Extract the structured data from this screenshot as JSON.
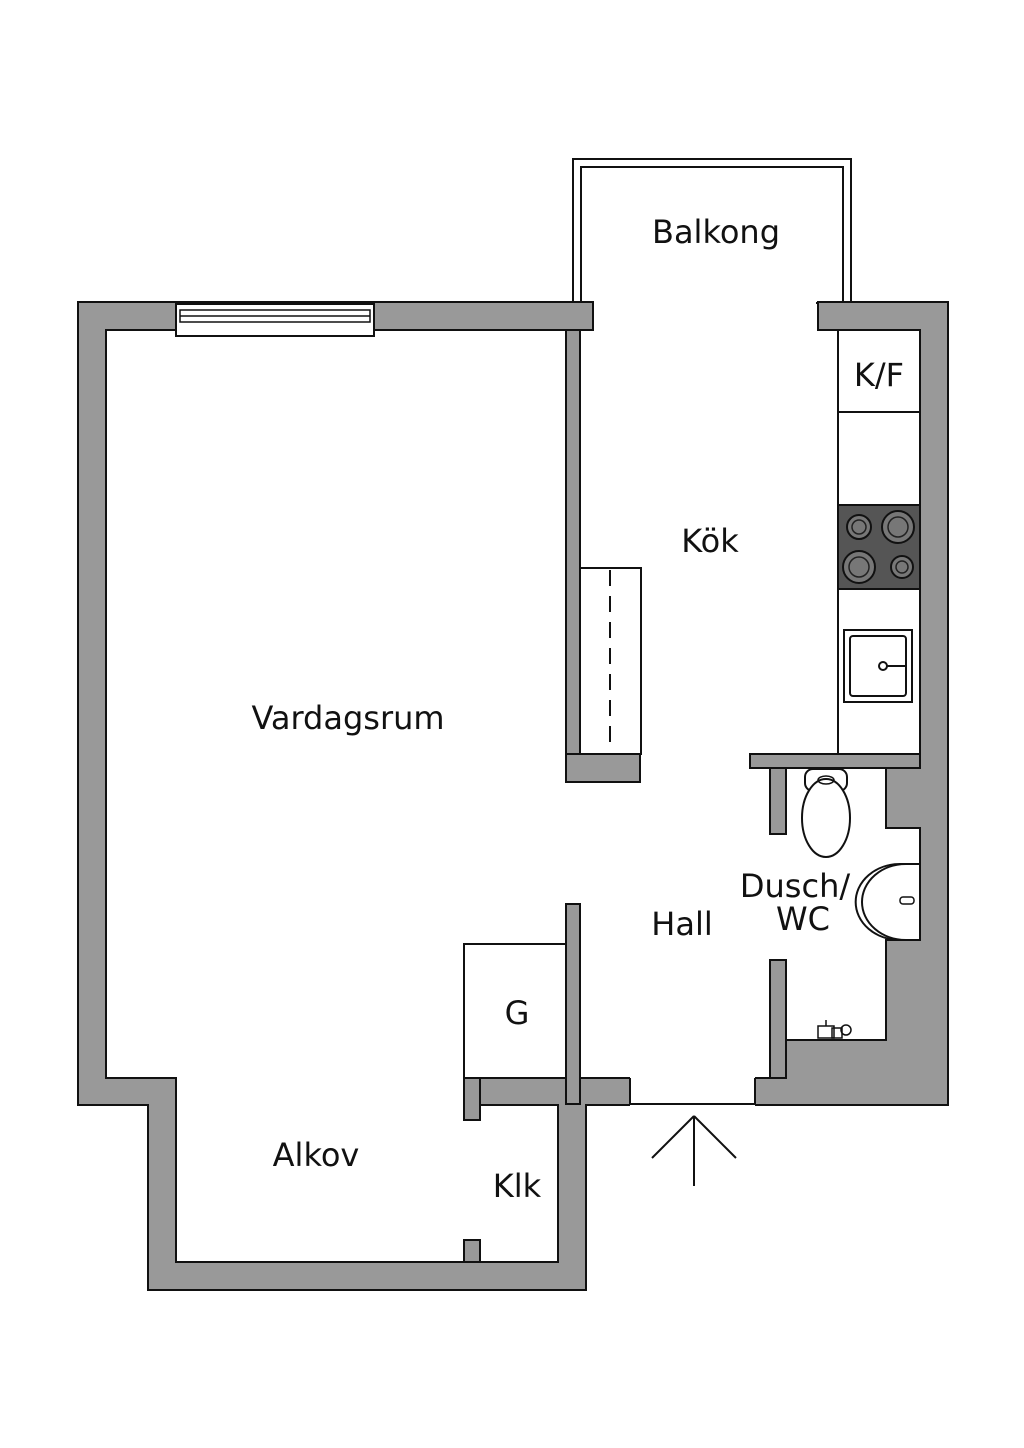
{
  "rooms": {
    "balcony": "Balkong",
    "fridge_freezer": "K/F",
    "kitchen": "Kök",
    "living_room": "Vardagsrum",
    "bathroom_line1": "Dusch/",
    "bathroom_line2": "WC",
    "hall": "Hall",
    "wardrobe": "G",
    "alcove": "Alkov",
    "closet": "Klk"
  },
  "colors": {
    "wall": "#999999",
    "line": "#111111",
    "floor": "#ffffff",
    "stove": "#555555"
  },
  "icons": [
    "entrance-arrow-icon",
    "toilet-icon",
    "washbasin-icon",
    "sink-icon",
    "stove-icon",
    "shower-fixture-icon"
  ]
}
